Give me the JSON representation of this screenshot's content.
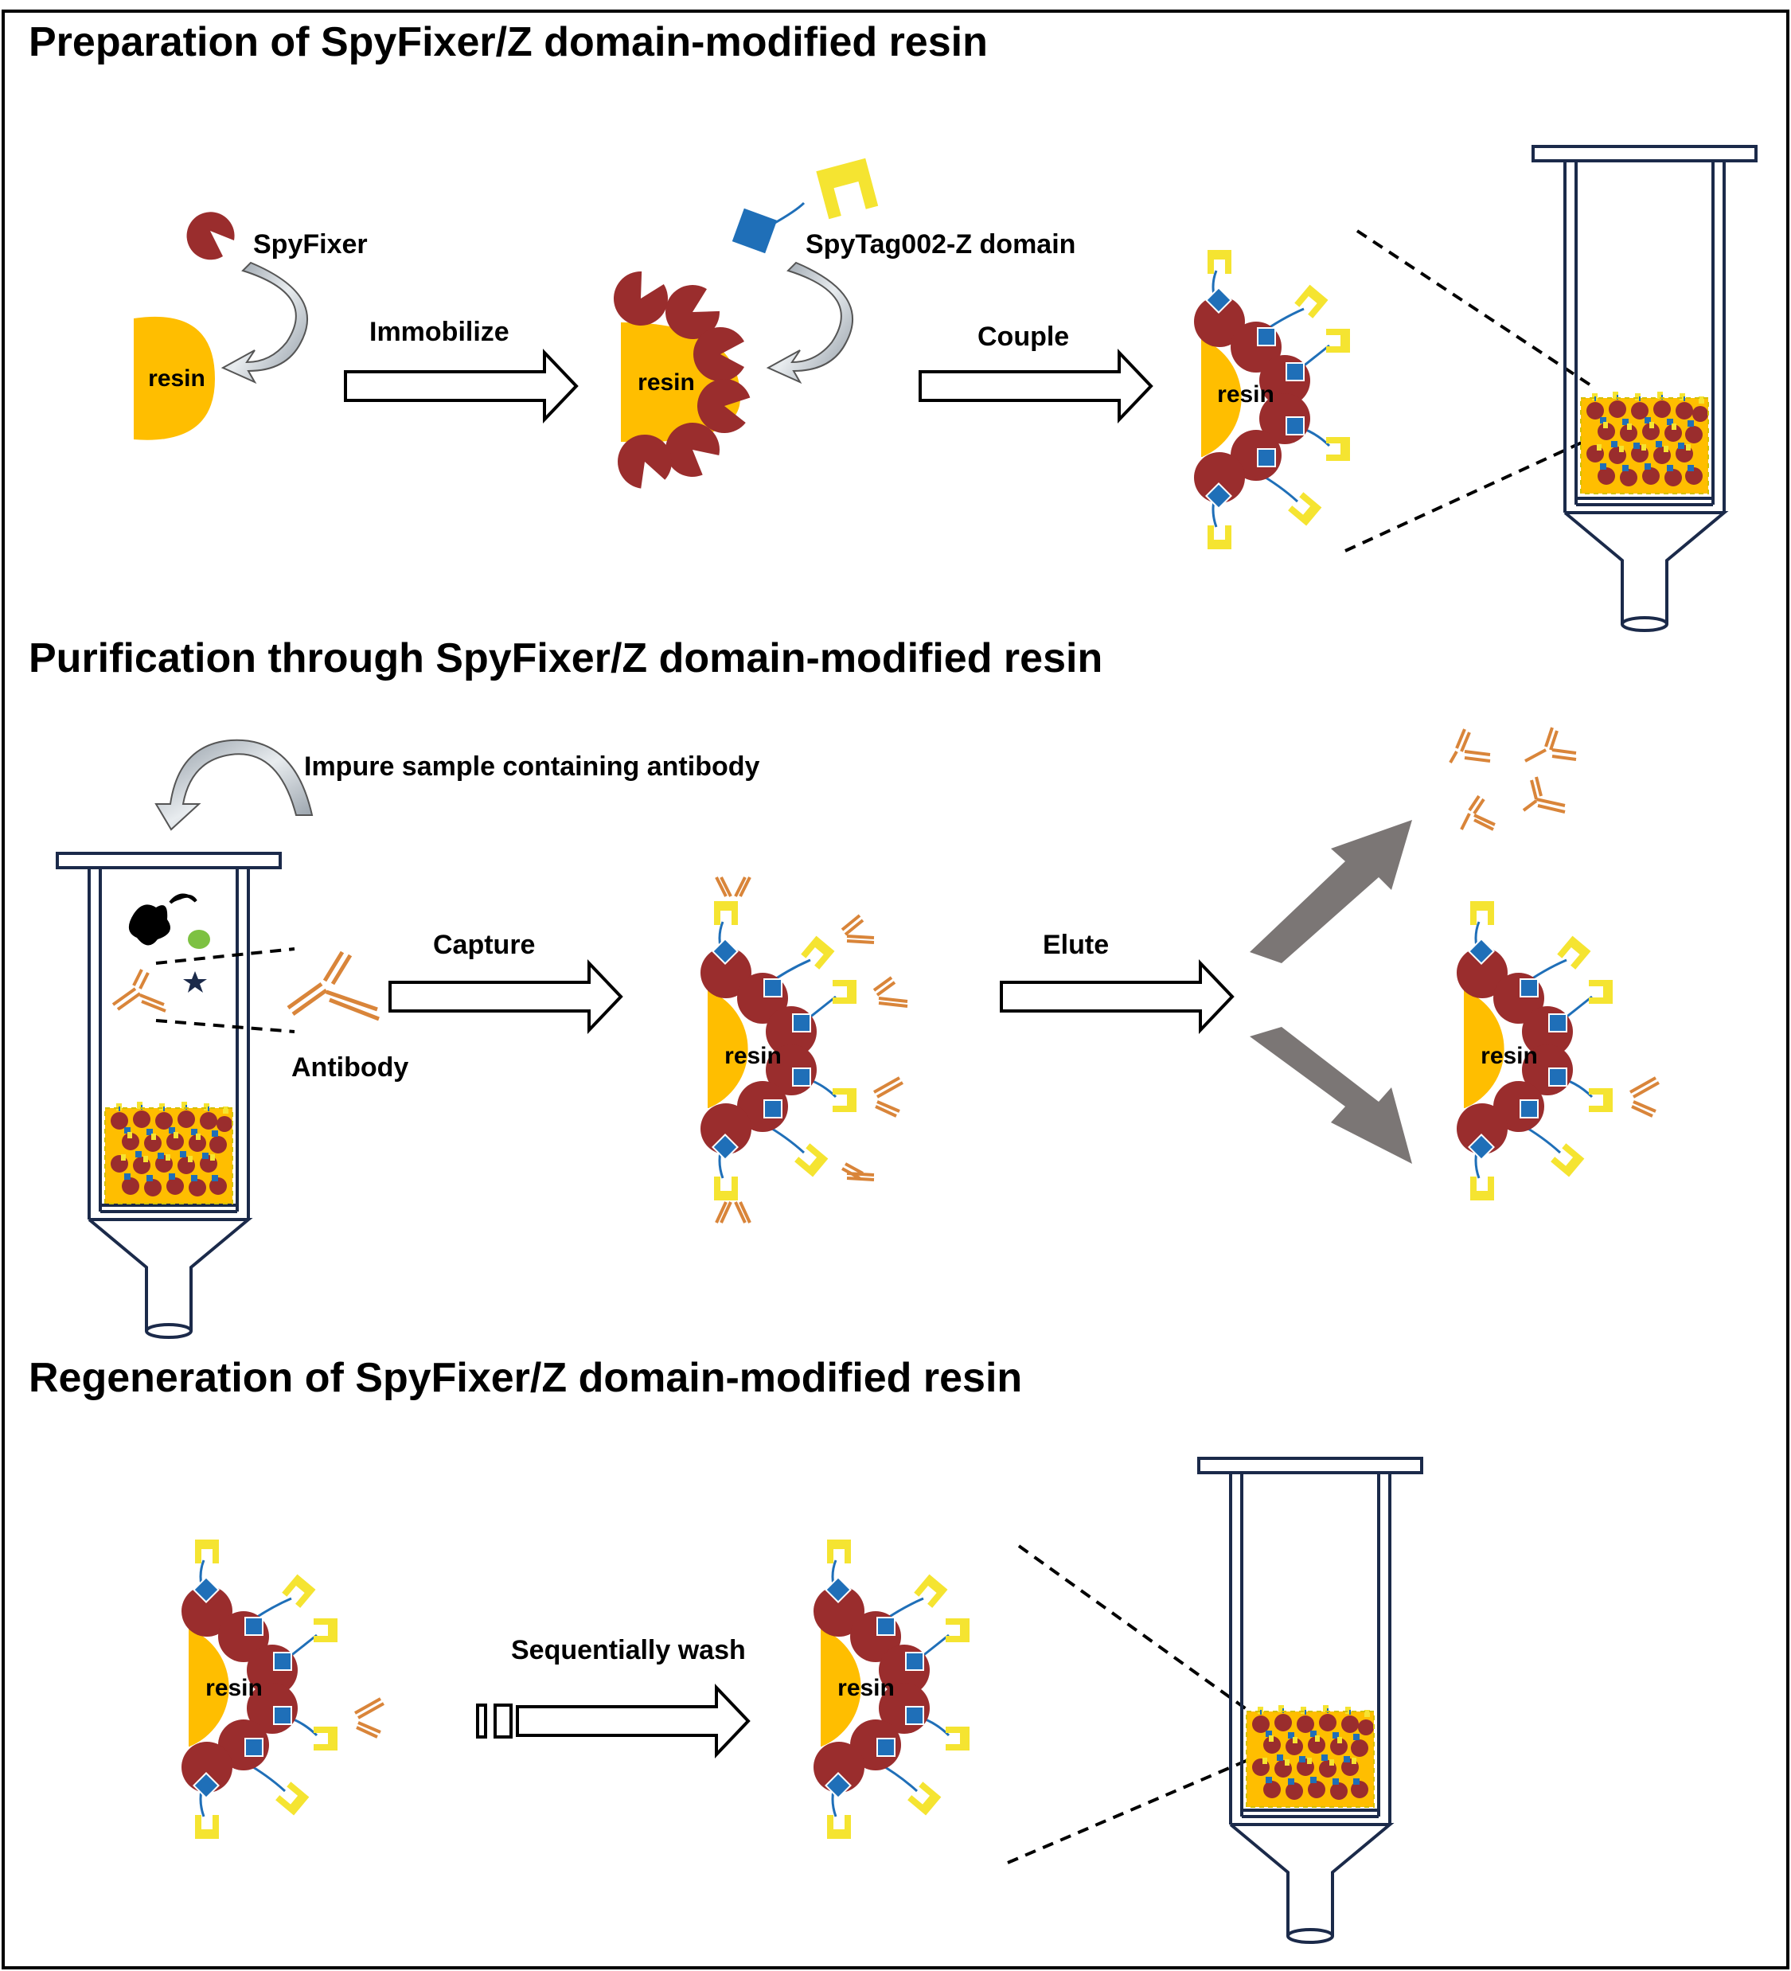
{
  "sections": {
    "preparation": {
      "title": "Preparation of SpyFixer/Z domain-modified resin"
    },
    "purification": {
      "title": "Purification through SpyFixer/Z domain-modified resin"
    },
    "regeneration": {
      "title": "Regeneration of SpyFixer/Z domain-modified resin"
    }
  },
  "labels": {
    "spyfixer": "SpyFixer",
    "spytag": "SpyTag002-Z domain",
    "immobilize": "Immobilize",
    "couple": "Couple",
    "impure_sample": "Impure sample containing antibody",
    "antibody": "Antibody",
    "capture": "Capture",
    "elute": "Elute",
    "sequential_wash": "Sequentially wash",
    "resin": "resin"
  },
  "colors": {
    "resin": "#ffbe00",
    "spyfixer": "#9a2d2d",
    "spytag": "#1f6fb8",
    "z_domain": "#f5e431",
    "antibody": "#d9853a",
    "curved_arrow": "#a0a8b0",
    "big_arrow": "#7b7675",
    "column_line": "#1b2a4a"
  }
}
